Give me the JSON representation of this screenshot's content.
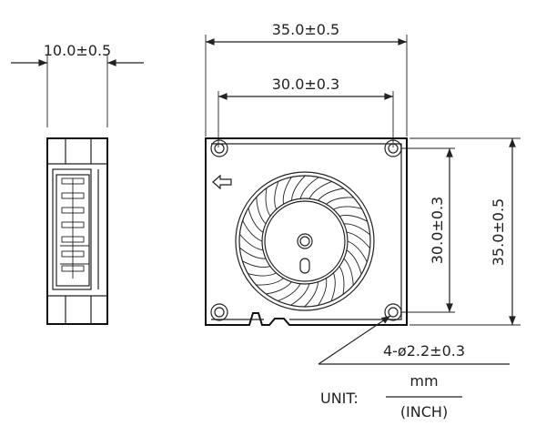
{
  "dimensions": {
    "side_width": "10.0±0.5",
    "outer_width": "35.0±0.5",
    "hole_spacing_h": "30.0±0.3",
    "hole_spacing_v": "30.0±0.3",
    "outer_height": "35.0±0.5",
    "holes": "4-ø2.2±0.3"
  },
  "units": {
    "prefix": "UNIT:",
    "numerator": "mm",
    "denominator": "(INCH)"
  },
  "blade_count": 30,
  "line_color": "#222222"
}
